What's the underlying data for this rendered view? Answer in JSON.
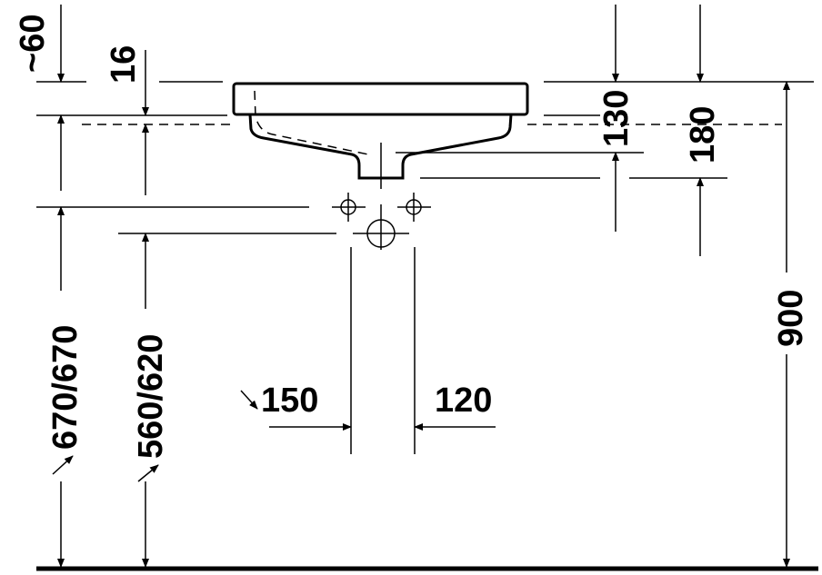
{
  "drawing": {
    "labels": {
      "approx_60": "~60",
      "d16": "16",
      "d130": "130",
      "d180": "180",
      "d900": "900",
      "d670": "670/670",
      "d560": "560/620",
      "d150": "150",
      "d120": "120"
    }
  }
}
